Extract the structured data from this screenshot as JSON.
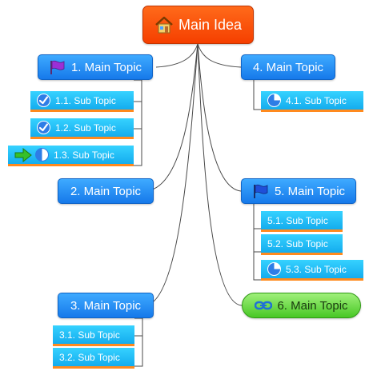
{
  "root": {
    "label": "Main Idea",
    "icon": "home-icon"
  },
  "topics": {
    "t1": {
      "label": "1. Main Topic",
      "icon": "flag-purple-icon",
      "subs": [
        {
          "label": "1.1.  Sub Topic",
          "icon": "check-icon"
        },
        {
          "label": "1.2.  Sub Topic",
          "icon": "check-icon"
        },
        {
          "label": "1.3.  Sub Topic",
          "icon": "progress-half-icon",
          "extra_icon": "arrow-right-icon"
        }
      ]
    },
    "t2": {
      "label": "2. Main Topic",
      "subs": []
    },
    "t3": {
      "label": "3. Main Topic",
      "subs": [
        {
          "label": "3.1.  Sub Topic"
        },
        {
          "label": "3.2.  Sub Topic"
        }
      ]
    },
    "t4": {
      "label": "4. Main Topic",
      "subs": [
        {
          "label": "4.1.  Sub Topic",
          "icon": "progress-three-quarter-icon"
        }
      ]
    },
    "t5": {
      "label": "5. Main Topic",
      "icon": "flag-blue-icon",
      "subs": [
        {
          "label": "5.1.  Sub Topic"
        },
        {
          "label": "5.2.  Sub Topic"
        },
        {
          "label": "5.3.  Sub Topic",
          "icon": "progress-three-quarter-icon"
        }
      ]
    },
    "t6": {
      "label": "6. Main Topic",
      "icon": "link-icon",
      "style": "green",
      "subs": []
    }
  },
  "colors": {
    "root": "#f54a00",
    "main_topic": "#1f86f0",
    "sub_topic": "#1eb6f2",
    "sub_underline": "#ff8a1e",
    "green_topic": "#5fd63a",
    "connector": "#444444"
  }
}
